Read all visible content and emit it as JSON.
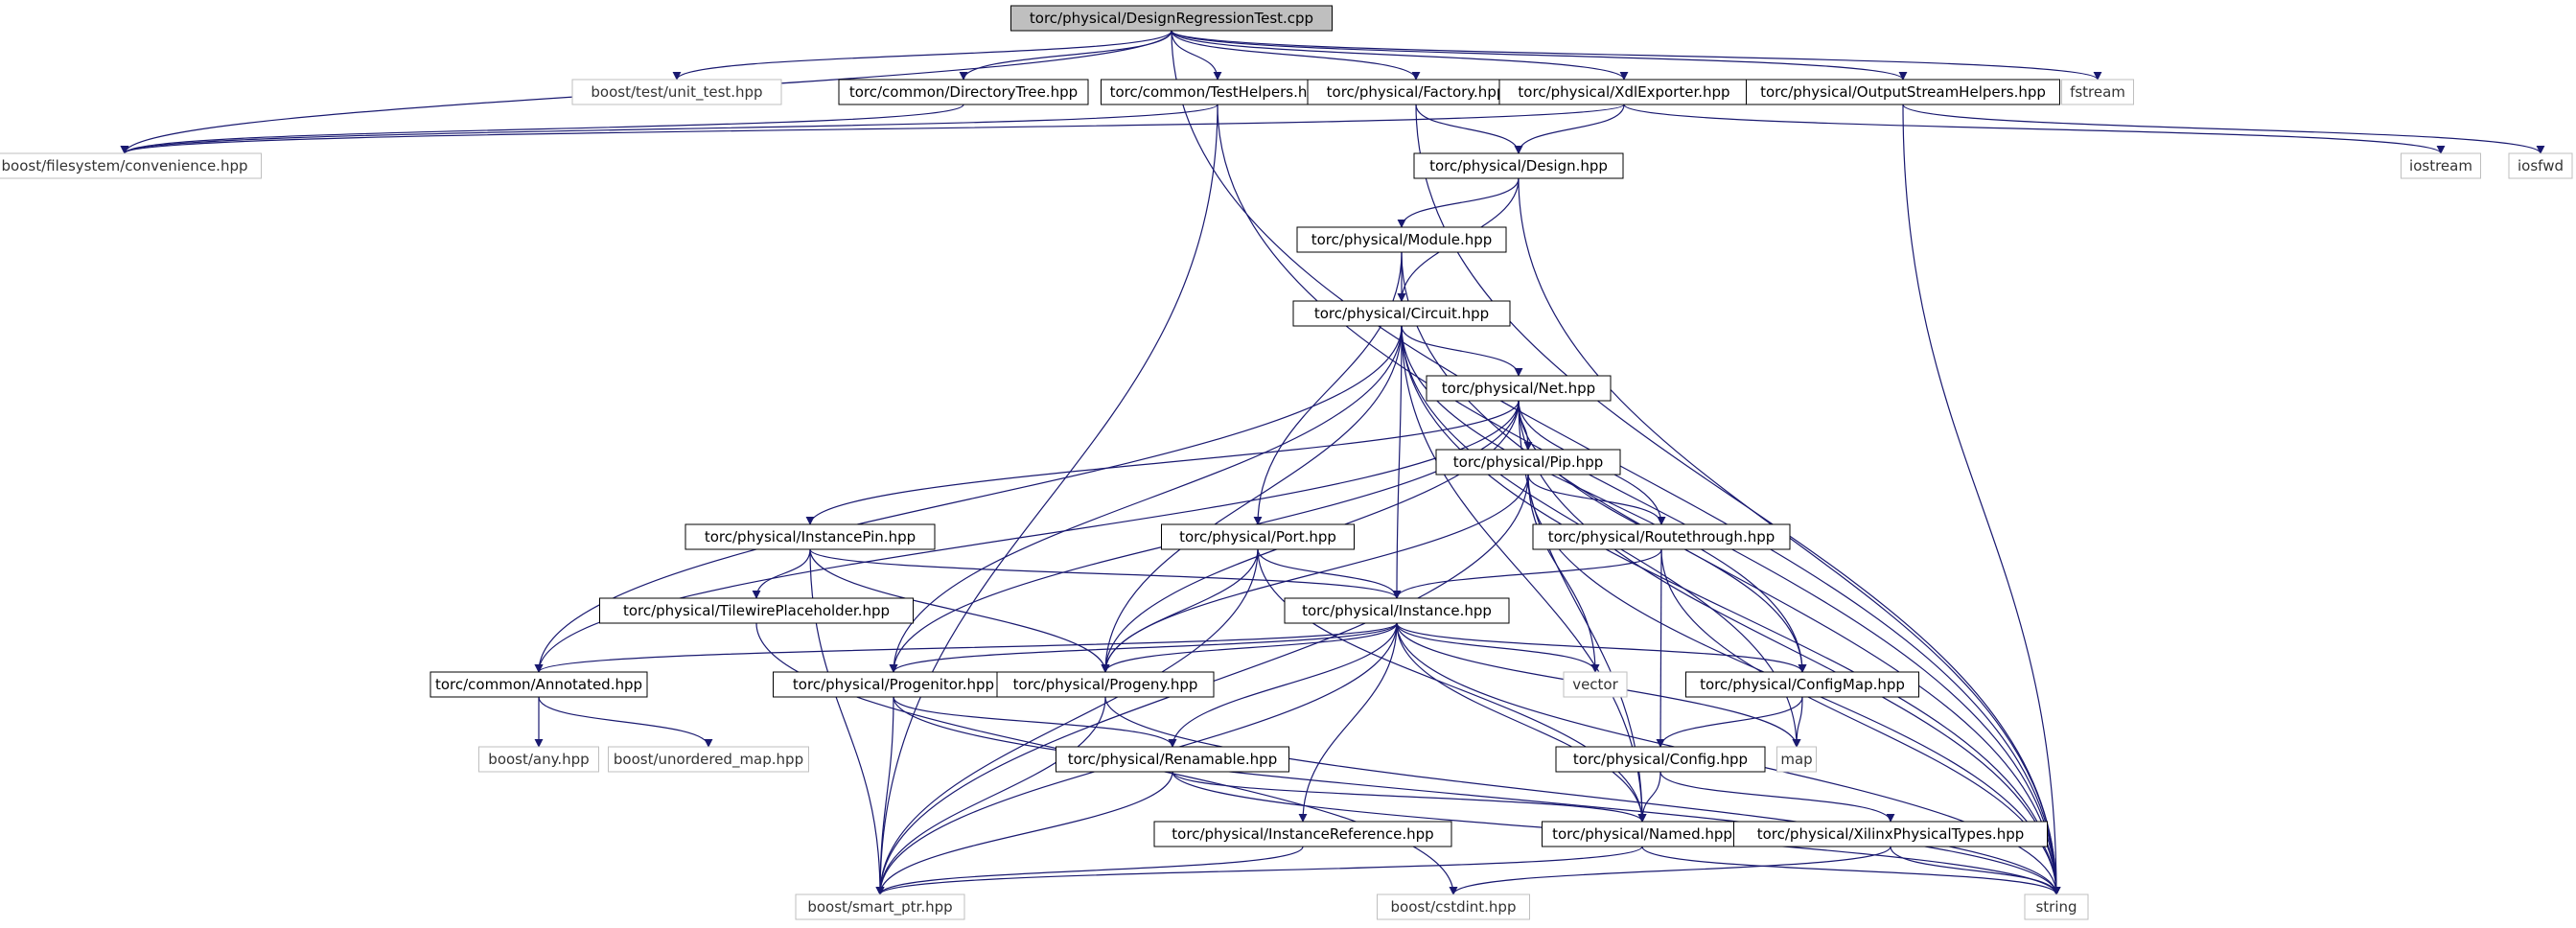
{
  "diagram": {
    "nodes": [
      {
        "id": "root",
        "label": "torc/physical/DesignRegressionTest.cpp",
        "kind": "root"
      },
      {
        "id": "unit_test",
        "label": "boost/test/unit_test.hpp",
        "kind": "external"
      },
      {
        "id": "dirtree",
        "label": "torc/common/DirectoryTree.hpp",
        "kind": "internal"
      },
      {
        "id": "testhelpers",
        "label": "torc/common/TestHelpers.hpp",
        "kind": "internal"
      },
      {
        "id": "factory",
        "label": "torc/physical/Factory.hpp",
        "kind": "internal"
      },
      {
        "id": "xdlexp",
        "label": "torc/physical/XdlExporter.hpp",
        "kind": "internal"
      },
      {
        "id": "oshelpers",
        "label": "torc/physical/OutputStreamHelpers.hpp",
        "kind": "internal"
      },
      {
        "id": "fstream",
        "label": "fstream",
        "kind": "external"
      },
      {
        "id": "fsconv",
        "label": "boost/filesystem/convenience.hpp",
        "kind": "external"
      },
      {
        "id": "design",
        "label": "torc/physical/Design.hpp",
        "kind": "internal"
      },
      {
        "id": "iostream",
        "label": "iostream",
        "kind": "external"
      },
      {
        "id": "iosfwd",
        "label": "iosfwd",
        "kind": "external"
      },
      {
        "id": "module",
        "label": "torc/physical/Module.hpp",
        "kind": "internal"
      },
      {
        "id": "circuit",
        "label": "torc/physical/Circuit.hpp",
        "kind": "internal"
      },
      {
        "id": "net",
        "label": "torc/physical/Net.hpp",
        "kind": "internal"
      },
      {
        "id": "pip",
        "label": "torc/physical/Pip.hpp",
        "kind": "internal"
      },
      {
        "id": "instpin",
        "label": "torc/physical/InstancePin.hpp",
        "kind": "internal"
      },
      {
        "id": "port",
        "label": "torc/physical/Port.hpp",
        "kind": "internal"
      },
      {
        "id": "routethrough",
        "label": "torc/physical/Routethrough.hpp",
        "kind": "internal"
      },
      {
        "id": "tileplace",
        "label": "torc/physical/TilewirePlaceholder.hpp",
        "kind": "internal"
      },
      {
        "id": "instance",
        "label": "torc/physical/Instance.hpp",
        "kind": "internal"
      },
      {
        "id": "annotated",
        "label": "torc/common/Annotated.hpp",
        "kind": "internal"
      },
      {
        "id": "progenitor",
        "label": "torc/physical/Progenitor.hpp",
        "kind": "internal"
      },
      {
        "id": "progeny",
        "label": "torc/physical/Progeny.hpp",
        "kind": "internal"
      },
      {
        "id": "vector",
        "label": "vector",
        "kind": "external"
      },
      {
        "id": "configmap",
        "label": "torc/physical/ConfigMap.hpp",
        "kind": "internal"
      },
      {
        "id": "anyhpp",
        "label": "boost/any.hpp",
        "kind": "external"
      },
      {
        "id": "unordmap",
        "label": "boost/unordered_map.hpp",
        "kind": "external"
      },
      {
        "id": "renamable",
        "label": "torc/physical/Renamable.hpp",
        "kind": "internal"
      },
      {
        "id": "config",
        "label": "torc/physical/Config.hpp",
        "kind": "internal"
      },
      {
        "id": "map",
        "label": "map",
        "kind": "external"
      },
      {
        "id": "instref",
        "label": "torc/physical/InstanceReference.hpp",
        "kind": "internal"
      },
      {
        "id": "named",
        "label": "torc/physical/Named.hpp",
        "kind": "internal"
      },
      {
        "id": "xilinxtypes",
        "label": "torc/physical/XilinxPhysicalTypes.hpp",
        "kind": "internal"
      },
      {
        "id": "smartptr",
        "label": "boost/smart_ptr.hpp",
        "kind": "external"
      },
      {
        "id": "cstdint",
        "label": "boost/cstdint.hpp",
        "kind": "external"
      },
      {
        "id": "string",
        "label": "string",
        "kind": "external"
      }
    ],
    "edges": [
      [
        "root",
        "unit_test"
      ],
      [
        "root",
        "dirtree"
      ],
      [
        "root",
        "testhelpers"
      ],
      [
        "root",
        "factory"
      ],
      [
        "root",
        "xdlexp"
      ],
      [
        "root",
        "oshelpers"
      ],
      [
        "root",
        "fstream"
      ],
      [
        "root",
        "fsconv"
      ],
      [
        "root",
        "string"
      ],
      [
        "dirtree",
        "fsconv"
      ],
      [
        "testhelpers",
        "fsconv"
      ],
      [
        "testhelpers",
        "smartptr"
      ],
      [
        "testhelpers",
        "string"
      ],
      [
        "factory",
        "design"
      ],
      [
        "factory",
        "string"
      ],
      [
        "xdlexp",
        "design"
      ],
      [
        "xdlexp",
        "fsconv"
      ],
      [
        "xdlexp",
        "iostream"
      ],
      [
        "oshelpers",
        "iosfwd"
      ],
      [
        "oshelpers",
        "string"
      ],
      [
        "design",
        "module"
      ],
      [
        "design",
        "circuit"
      ],
      [
        "design",
        "string"
      ],
      [
        "module",
        "circuit"
      ],
      [
        "module",
        "port"
      ],
      [
        "module",
        "string"
      ],
      [
        "circuit",
        "net"
      ],
      [
        "circuit",
        "instance"
      ],
      [
        "circuit",
        "progeny"
      ],
      [
        "circuit",
        "annotated"
      ],
      [
        "circuit",
        "configmap"
      ],
      [
        "circuit",
        "map"
      ],
      [
        "circuit",
        "named"
      ],
      [
        "circuit",
        "progenitor"
      ],
      [
        "circuit",
        "string"
      ],
      [
        "net",
        "pip"
      ],
      [
        "net",
        "instpin"
      ],
      [
        "net",
        "routethrough"
      ],
      [
        "net",
        "progeny"
      ],
      [
        "net",
        "progenitor"
      ],
      [
        "net",
        "annotated"
      ],
      [
        "net",
        "configmap"
      ],
      [
        "net",
        "named"
      ],
      [
        "net",
        "string"
      ],
      [
        "pip",
        "routethrough"
      ],
      [
        "pip",
        "progeny"
      ],
      [
        "pip",
        "vector"
      ],
      [
        "pip",
        "smartptr"
      ],
      [
        "pip",
        "string"
      ],
      [
        "instpin",
        "instance"
      ],
      [
        "instpin",
        "tileplace"
      ],
      [
        "instpin",
        "progeny"
      ],
      [
        "instpin",
        "smartptr"
      ],
      [
        "port",
        "instance"
      ],
      [
        "port",
        "progeny"
      ],
      [
        "port",
        "named"
      ],
      [
        "port",
        "smartptr"
      ],
      [
        "routethrough",
        "instance"
      ],
      [
        "routethrough",
        "config"
      ],
      [
        "routethrough",
        "string"
      ],
      [
        "tileplace",
        "cstdint"
      ],
      [
        "instance",
        "annotated"
      ],
      [
        "instance",
        "progenitor"
      ],
      [
        "instance",
        "progeny"
      ],
      [
        "instance",
        "vector"
      ],
      [
        "instance",
        "configmap"
      ],
      [
        "instance",
        "map"
      ],
      [
        "instance",
        "renamable"
      ],
      [
        "instance",
        "instref"
      ],
      [
        "instance",
        "named"
      ],
      [
        "instance",
        "smartptr"
      ],
      [
        "instance",
        "string"
      ],
      [
        "annotated",
        "anyhpp"
      ],
      [
        "annotated",
        "unordmap"
      ],
      [
        "progenitor",
        "renamable"
      ],
      [
        "progenitor",
        "smartptr"
      ],
      [
        "progenitor",
        "string"
      ],
      [
        "progeny",
        "smartptr"
      ],
      [
        "progeny",
        "string"
      ],
      [
        "configmap",
        "config"
      ],
      [
        "configmap",
        "map"
      ],
      [
        "renamable",
        "named"
      ],
      [
        "renamable",
        "smartptr"
      ],
      [
        "renamable",
        "string"
      ],
      [
        "config",
        "named"
      ],
      [
        "config",
        "xilinxtypes"
      ],
      [
        "instref",
        "smartptr"
      ],
      [
        "named",
        "smartptr"
      ],
      [
        "named",
        "string"
      ],
      [
        "xilinxtypes",
        "cstdint"
      ],
      [
        "xilinxtypes",
        "string"
      ]
    ]
  },
  "colors": {
    "edge": "#191970",
    "root_fill": "#bfbfbf",
    "internal_border": "#000000",
    "external_border": "#bfbfbf",
    "external_text": "#333333",
    "text": "#000000"
  }
}
